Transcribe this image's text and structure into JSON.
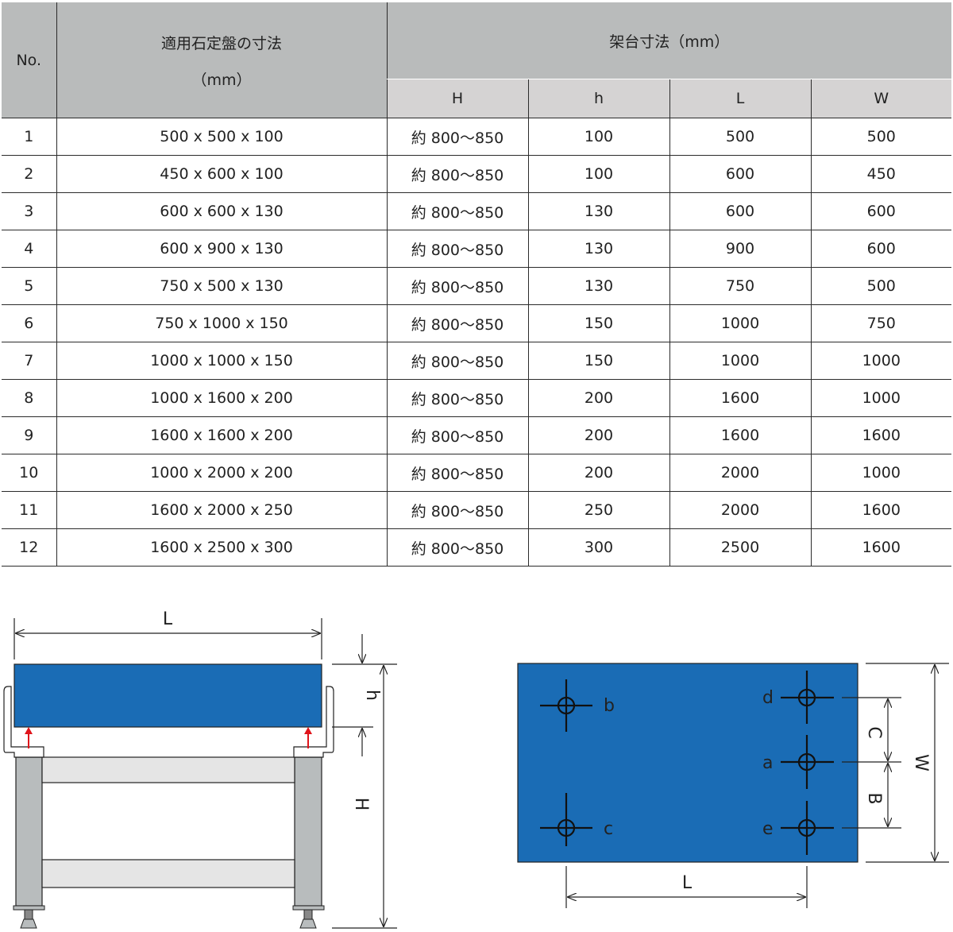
{
  "table": {
    "header": {
      "no": "No.",
      "plate_line1": "適用石定盤の寸法",
      "plate_line2": "（mm）",
      "stand": "架台寸法（mm）",
      "sub": [
        "H",
        "h",
        "L",
        "W"
      ]
    },
    "rows": [
      {
        "no": "1",
        "size": "500 x 500 x 100",
        "H": "約 800〜850",
        "h": "100",
        "L": "500",
        "W": "500"
      },
      {
        "no": "2",
        "size": "450 x 600 x 100",
        "H": "約 800〜850",
        "h": "100",
        "L": "600",
        "W": "450"
      },
      {
        "no": "3",
        "size": "600 x 600 x 130",
        "H": "約 800〜850",
        "h": "130",
        "L": "600",
        "W": "600"
      },
      {
        "no": "4",
        "size": "600 x 900 x 130",
        "H": "約 800〜850",
        "h": "130",
        "L": "900",
        "W": "600"
      },
      {
        "no": "5",
        "size": "750 x 500 x 130",
        "H": "約 800〜850",
        "h": "130",
        "L": "750",
        "W": "500"
      },
      {
        "no": "6",
        "size": "750 x 1000 x 150",
        "H": "約 800〜850",
        "h": "150",
        "L": "1000",
        "W": "750"
      },
      {
        "no": "7",
        "size": "1000 x 1000 x 150",
        "H": "約 800〜850",
        "h": "150",
        "L": "1000",
        "W": "1000"
      },
      {
        "no": "8",
        "size": "1000 x 1600 x 200",
        "H": "約 800〜850",
        "h": "200",
        "L": "1600",
        "W": "1000"
      },
      {
        "no": "9",
        "size": "1600 x 1600 x 200",
        "H": "約 800〜850",
        "h": "200",
        "L": "1600",
        "W": "1600"
      },
      {
        "no": "10",
        "size": "1000 x 2000 x 200",
        "H": "約 800〜850",
        "h": "200",
        "L": "2000",
        "W": "1000"
      },
      {
        "no": "11",
        "size": "1600 x 2000 x 250",
        "H": "約 800〜850",
        "h": "250",
        "L": "2000",
        "W": "1600"
      },
      {
        "no": "12",
        "size": "1600 x 2500 x 300",
        "H": "約 800〜850",
        "h": "300",
        "L": "2500",
        "W": "1600"
      }
    ]
  },
  "diagram_side": {
    "L": "L",
    "h": "h",
    "H": "H"
  },
  "diagram_top": {
    "b": "b",
    "c": "c",
    "d": "d",
    "a": "a",
    "e": "e",
    "C": "C",
    "B": "B",
    "W": "W",
    "L": "L"
  },
  "colors": {
    "plate_blue": "#1a6cb5",
    "header_gray": "#b9bbbb",
    "subheader_gray": "#d5d3d3",
    "arrow_red": "#e0141b"
  }
}
